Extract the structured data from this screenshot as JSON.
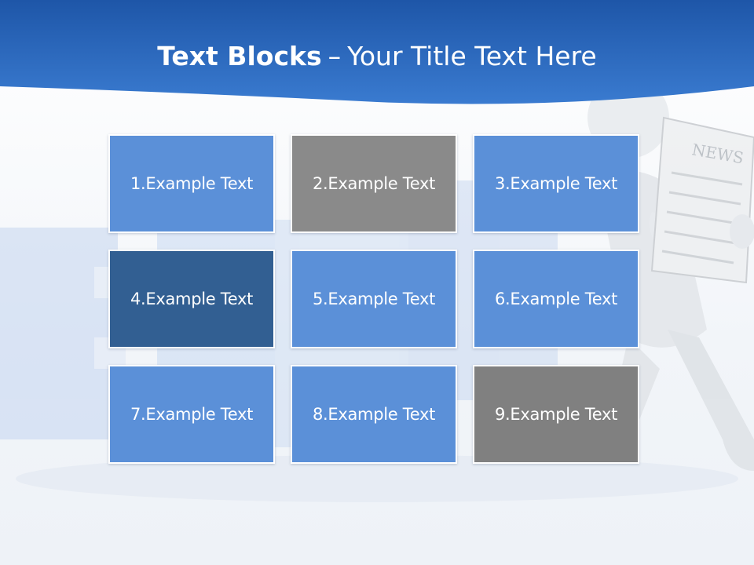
{
  "slide": {
    "title_bold": "Text Blocks",
    "title_separator": "–",
    "title_rest": "Your Title Text Here"
  },
  "blocks": [
    {
      "label": "1.Example Text",
      "color": "#5b90d8"
    },
    {
      "label": "2.Example Text",
      "color": "#8a8a8a"
    },
    {
      "label": "3.Example Text",
      "color": "#5b90d8"
    },
    {
      "label": "4.Example Text",
      "color": "#325f92"
    },
    {
      "label": "5.Example Text",
      "color": "#5b90d8"
    },
    {
      "label": "6.Example Text",
      "color": "#5b90d8"
    },
    {
      "label": "7.Example Text",
      "color": "#5b90d8"
    },
    {
      "label": "8.Example Text",
      "color": "#5b90d8"
    },
    {
      "label": "9.Example Text",
      "color": "#808080"
    }
  ],
  "background": {
    "header_color": "#2c6ab8",
    "newspaper_text": "NEWS"
  }
}
